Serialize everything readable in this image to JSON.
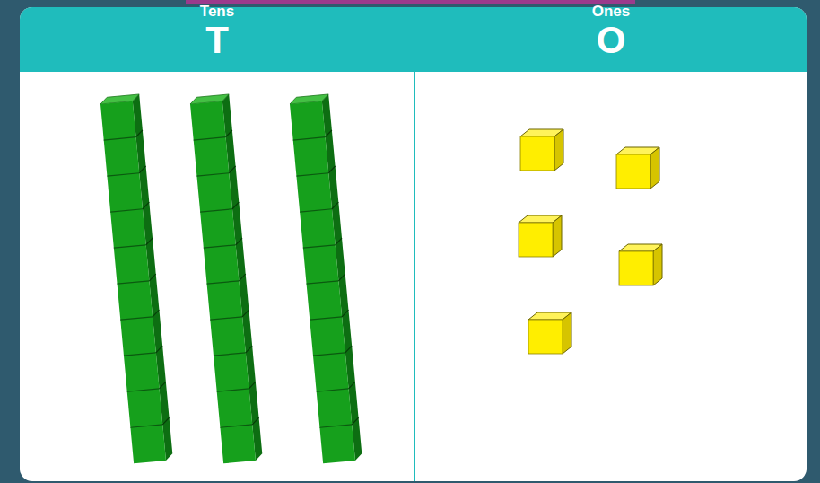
{
  "diagram": {
    "nodes": [
      {
        "text": [
          "Tens",
          "T"
        ]
      },
      {
        "text": [
          "Ones",
          "O"
        ]
      }
    ]
  }
}
